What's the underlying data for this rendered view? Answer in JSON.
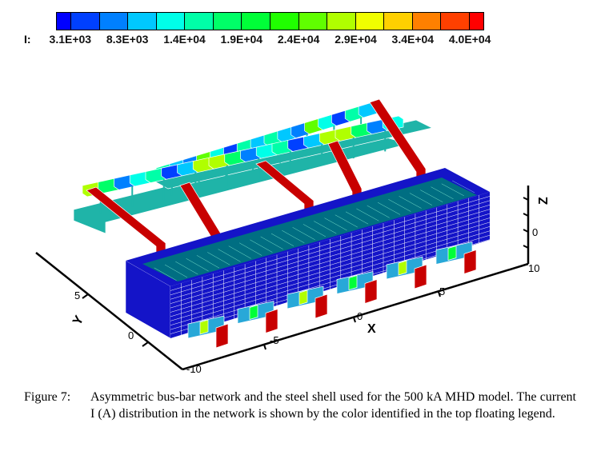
{
  "legend": {
    "variable": "I:",
    "colors": [
      "#0000ff",
      "#0040ff",
      "#0080ff",
      "#00c8ff",
      "#00ffe8",
      "#00ffa8",
      "#00ff68",
      "#00ff38",
      "#20ff00",
      "#60ff00",
      "#b0ff00",
      "#f0ff00",
      "#ffd000",
      "#ff8000",
      "#ff4000",
      "#ff0000"
    ],
    "labels": [
      "3.1E+03",
      "8.3E+03",
      "1.4E+04",
      "1.9E+04",
      "2.4E+04",
      "2.9E+04",
      "3.4E+04",
      "4.0E+04"
    ]
  },
  "axes": {
    "x": {
      "title": "X",
      "ticks": [
        "-10",
        "-5",
        "0",
        "5",
        "10"
      ]
    },
    "y": {
      "title": "Y",
      "ticks": [
        "0",
        "5"
      ]
    },
    "z": {
      "title": "Z",
      "ticks": [
        "0"
      ]
    }
  },
  "colors": {
    "shell_wall": "#1414c8",
    "shell_floor": "#006e82",
    "bus_red": "#c80000",
    "plate": "#1fb4a8"
  },
  "caption": {
    "label": "Figure 7:",
    "text": "Asymmetric bus-bar network and the steel shell used for the 500 kA MHD model. The current I (A) distribution in the network is shown by the color identified in the top floating legend."
  }
}
